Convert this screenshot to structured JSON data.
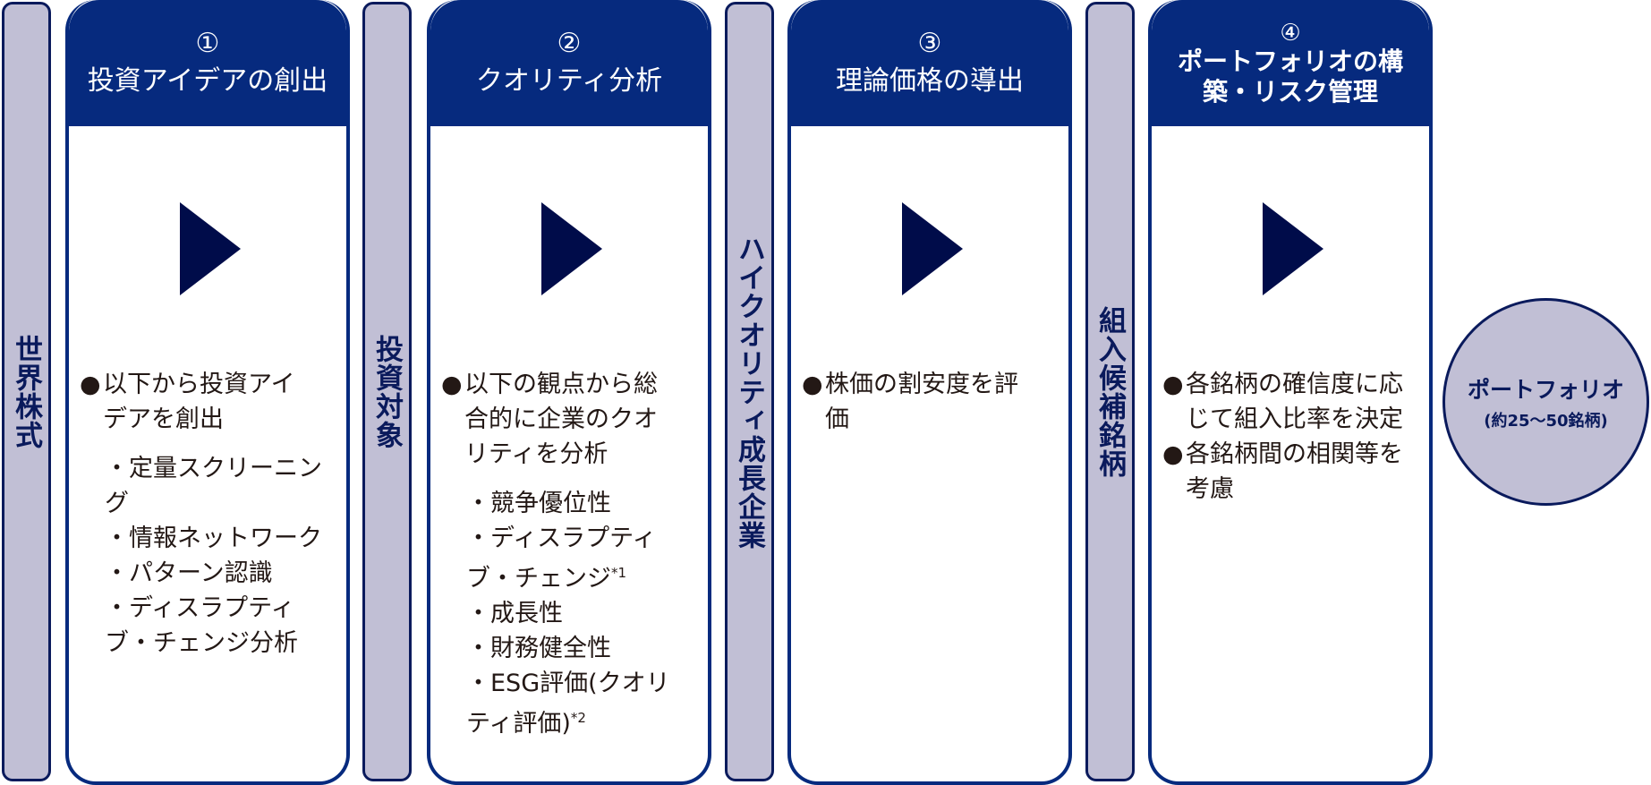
{
  "colors": {
    "header": "#062a7e",
    "bar_fill": "#c1bfd5",
    "bar_border": "#0a1a5c",
    "arrow": "#000c4a",
    "text": "#231815"
  },
  "bars": [
    "世界株式",
    "投資対象",
    "ハイクオリティ成長企業",
    "組入候補銘柄"
  ],
  "steps": [
    {
      "num": "①",
      "title": "投資アイデアの創出",
      "arrow_icon": "right-triangle",
      "bullets": [
        {
          "text": "以下から投資アイデアを創出"
        }
      ],
      "subs": [
        {
          "text": "・定量スクリーニング"
        },
        {
          "text": "・情報ネットワーク"
        },
        {
          "text": "・パターン認識"
        },
        {
          "text": "・ディスラプティブ・チェンジ分析"
        }
      ]
    },
    {
      "num": "②",
      "title": "クオリティ分析",
      "arrow_icon": "right-triangle",
      "bullets": [
        {
          "text": "以下の観点から総合的に企業のクオリティを分析"
        }
      ],
      "subs": [
        {
          "text": "・競争優位性"
        },
        {
          "text": "・ディスラプティブ・チェンジ",
          "note": "*1"
        },
        {
          "text": "・成長性"
        },
        {
          "text": "・財務健全性"
        },
        {
          "text": "・ESG評価(クオリティ評価)",
          "note": "*2"
        }
      ]
    },
    {
      "num": "③",
      "title": "理論価格の導出",
      "arrow_icon": "right-triangle",
      "bullets": [
        {
          "text": "株価の割安度を評価"
        }
      ],
      "subs": []
    },
    {
      "num": "④",
      "title": "ポートフォリオの構築・リスク管理",
      "arrow_icon": "right-triangle",
      "bullets": [
        {
          "text": "各銘柄の確信度に応じて組入比率を決定"
        },
        {
          "text": "各銘柄間の相関等を考慮"
        }
      ],
      "subs": []
    }
  ],
  "result": {
    "title": "ポートフォリオ",
    "subtitle": "(約25〜50銘柄)"
  }
}
